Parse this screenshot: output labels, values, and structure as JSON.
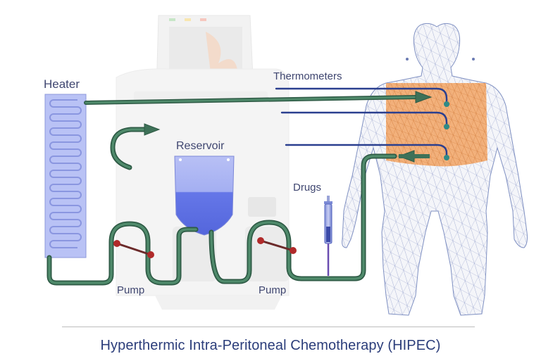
{
  "labels": {
    "heater": "Heater",
    "thermometers": "Thermometers",
    "reservoir": "Reservoir",
    "drugs": "Drugs",
    "pump_left": "Pump",
    "pump_right": "Pump"
  },
  "title": "Hyperthermic Intra-Peritoneal Chemotherapy (HIPEC)",
  "colors": {
    "tube": "#3e7158",
    "tube_light": "#6fa685",
    "thermometer_wire": "#2a3f8f",
    "probe": "#2f8a86",
    "heater": "#b9c2f5",
    "reservoir_fluid": "#5f73e6",
    "abdomen": "#f2a565",
    "pump_rotor": "#b02a2a",
    "body_mesh": "#7f90c2",
    "title": "#2b3d7a"
  }
}
